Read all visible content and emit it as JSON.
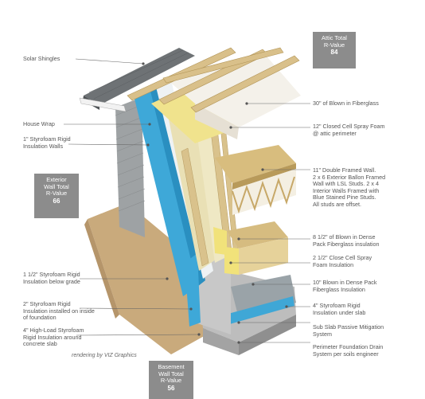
{
  "callouts_left": [
    {
      "id": "solar",
      "text": "Solar Shingles"
    },
    {
      "id": "housewrap",
      "text": "House Wrap"
    },
    {
      "id": "styro1",
      "text": "1\" Styrofoam Rigid\nInsulation Walls"
    },
    {
      "id": "styro15",
      "text": "1 1/2\" Styrofoam Rigid\nInsulation below grade"
    },
    {
      "id": "styro2",
      "text": "2\" Styrofoam Rigid\nInsulation installed on inside\nof foundation"
    },
    {
      "id": "styro4",
      "text": "4\" High-Load Styrofoam\nRigid Insulation around\nconcrete slab"
    }
  ],
  "callouts_right": [
    {
      "id": "blown30",
      "text": "30\" of Blown in Fiberglass"
    },
    {
      "id": "closed12",
      "text": "12\" Closed Cell Spray Foam\n@ attic perimeter"
    },
    {
      "id": "framed11",
      "text": "11\" Double Framed Wall.\n2 x 6 Exterior Ballon Framed\nWall with LSL Studs. 2 x 4\nInterior Walls Framed with\nBlue Stained Pine Studs.\nAll studs are offset."
    },
    {
      "id": "dense85",
      "text": "8 1/2\" of Blown in Dense\nPack Fiberglass insulation"
    },
    {
      "id": "close25",
      "text": "2 1/2\" Close Cell Spray\nFoam Insulation"
    },
    {
      "id": "dense10",
      "text": "10\" Blown in Dense Pack\nFiberglass Insulation"
    },
    {
      "id": "styroslab",
      "text": "4\" Styrofoam Rigid\nInsulation under slab"
    },
    {
      "id": "radon",
      "text": "Sub Slab Passive Mitigation\nSystem"
    },
    {
      "id": "drain",
      "text": "Perimeter Foundation Drain\nSystem per soils engineer"
    }
  ],
  "rvalue_boxes": {
    "attic": {
      "title": "Attic Total\nR-Value",
      "value": "84"
    },
    "wall": {
      "title": "Exterior\nWall Total\nR-Value",
      "value": "66"
    },
    "basement": {
      "title": "Basement\nWall Total\nR-Value",
      "value": "56"
    }
  },
  "credit": "rendering by VIZ Graphics",
  "colors": {
    "insulation_blue": "#3ea8d8",
    "foam_yellow": "#f2e58c",
    "wood": "#d8c08a",
    "concrete": "#b9b9b9",
    "soil": "#c8a878",
    "box_gray": "#8c8c8c"
  }
}
